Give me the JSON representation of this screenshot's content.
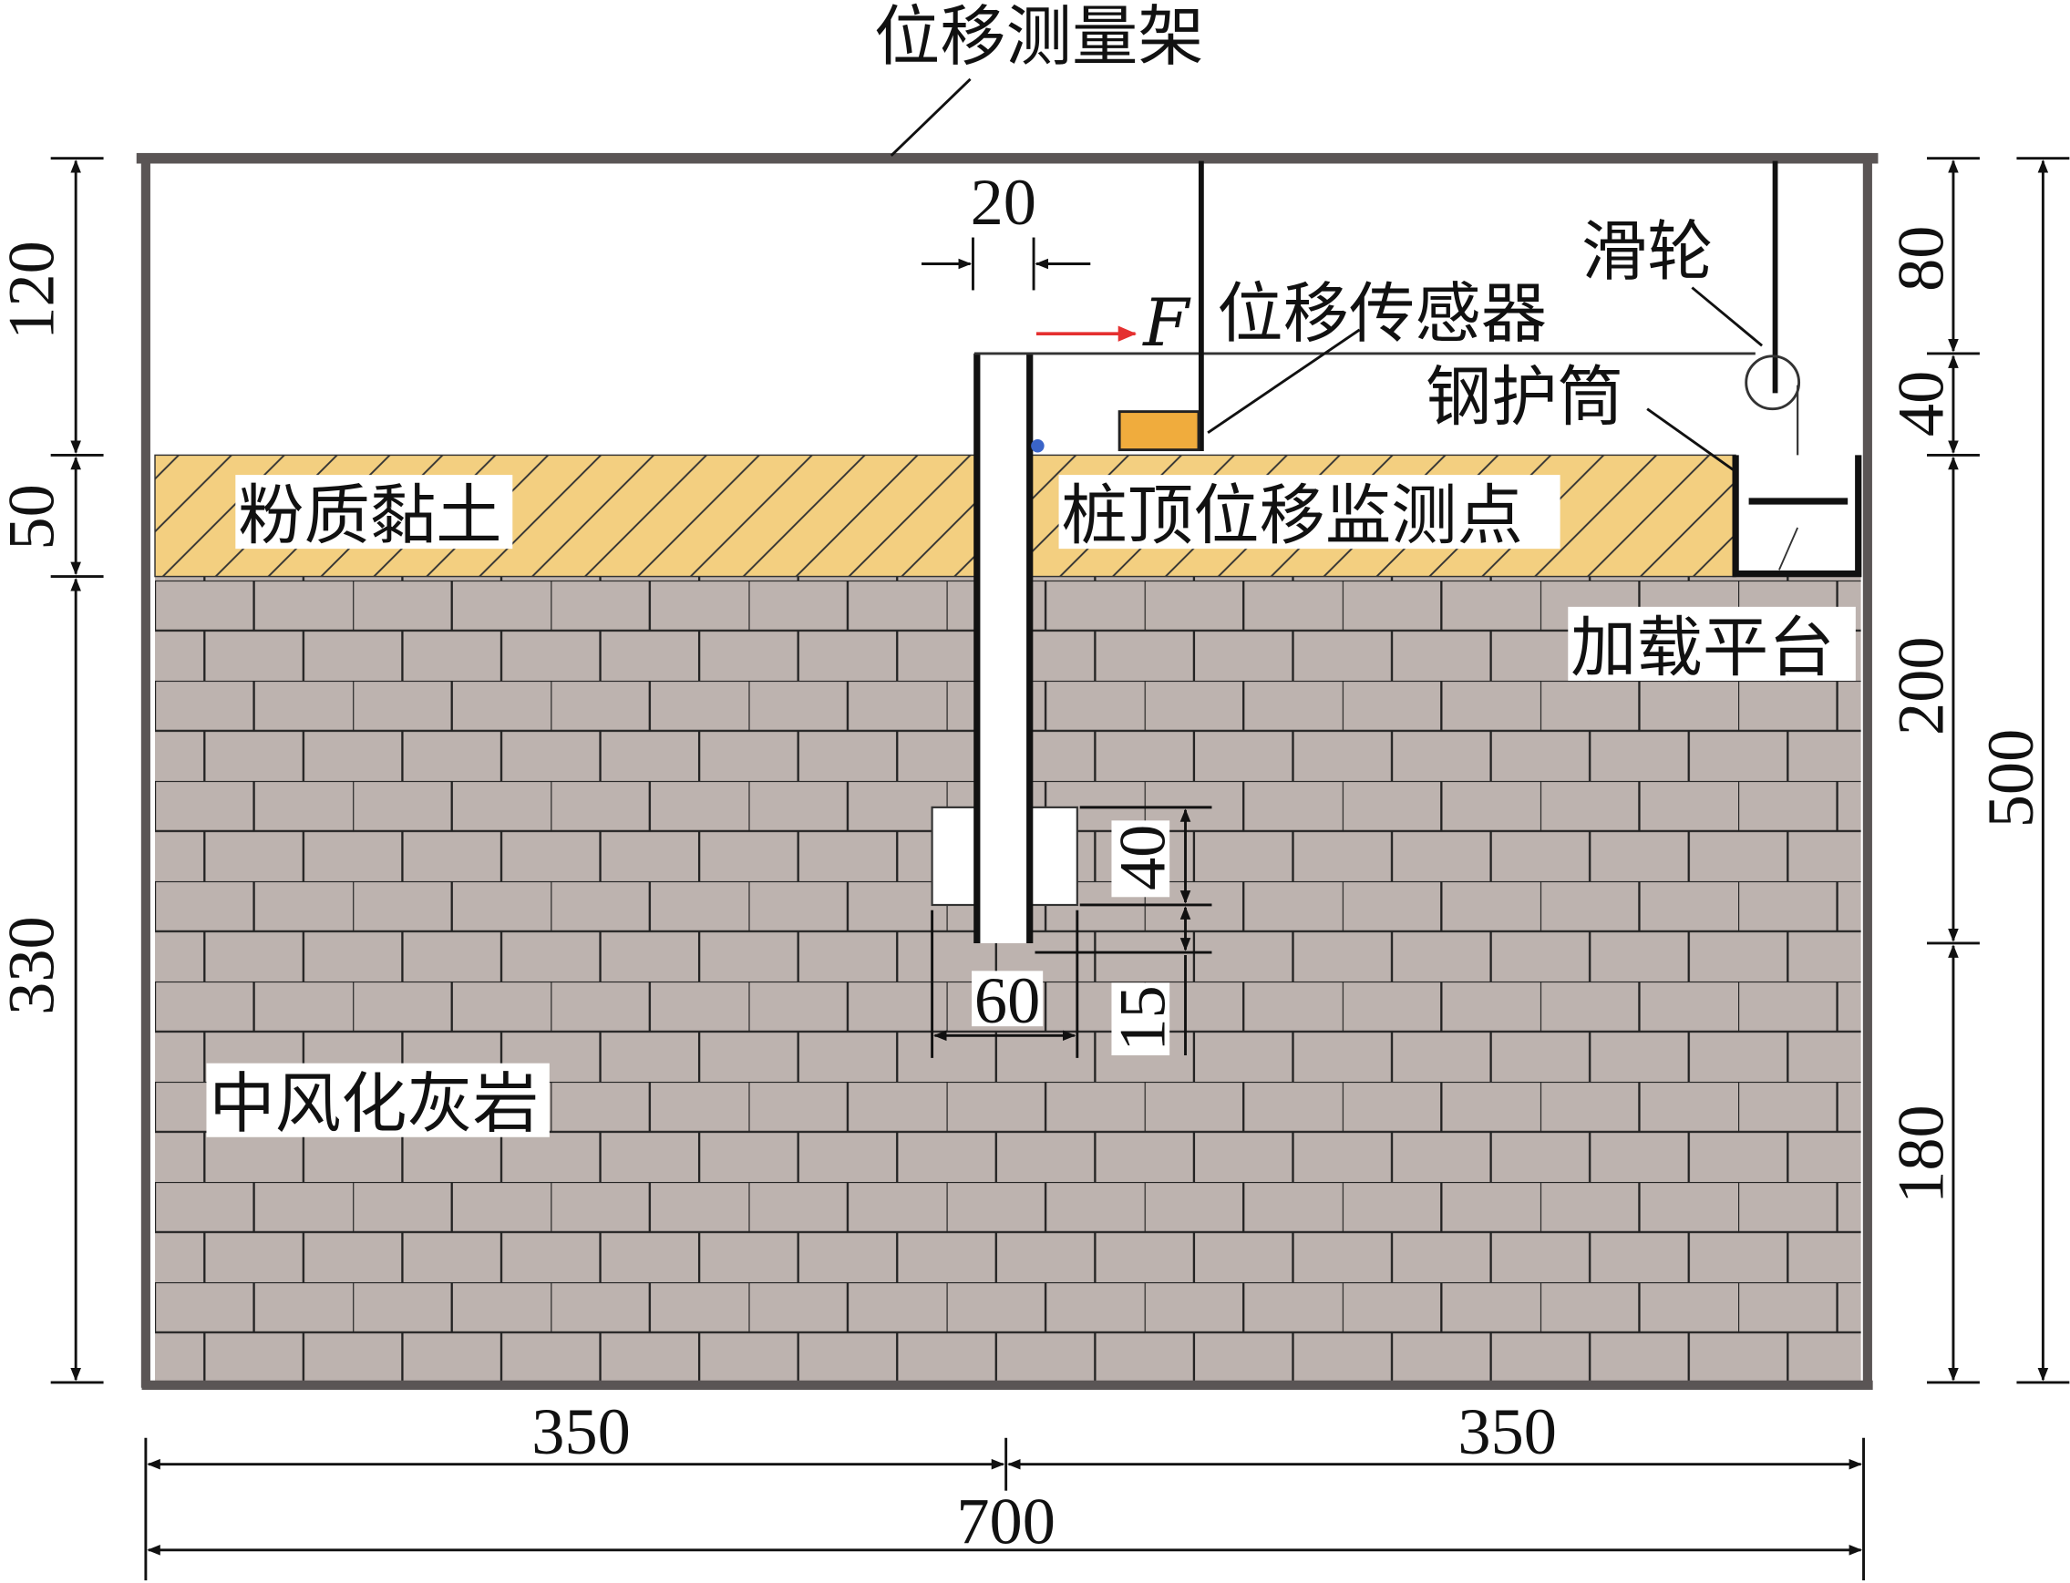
{
  "labels": {
    "frame": "位移测量架",
    "pulley": "滑轮",
    "sensor": "位移传感器",
    "casing": "钢护筒",
    "silty_clay": "粉质黏土",
    "pile_top_point": "桩顶位移监测点",
    "loading_platform": "加载平台",
    "limestone": "中风化灰岩",
    "force": "F"
  },
  "dimensions": {
    "left": [
      "120",
      "50",
      "330"
    ],
    "right_inner": [
      "80",
      "40",
      "200",
      "180"
    ],
    "right_total": "500",
    "bottom_halves": [
      "350",
      "350"
    ],
    "bottom_total": "700",
    "pile_diameter": "20",
    "socket_width": "60",
    "socket_height": "40",
    "socket_offset": "15"
  },
  "colors": {
    "soil": "#f3cf80",
    "rock": "#bdb3af",
    "sensor": "#f0ac3d",
    "force_arrow": "#e53030",
    "monitor_point": "#3a64c8"
  }
}
